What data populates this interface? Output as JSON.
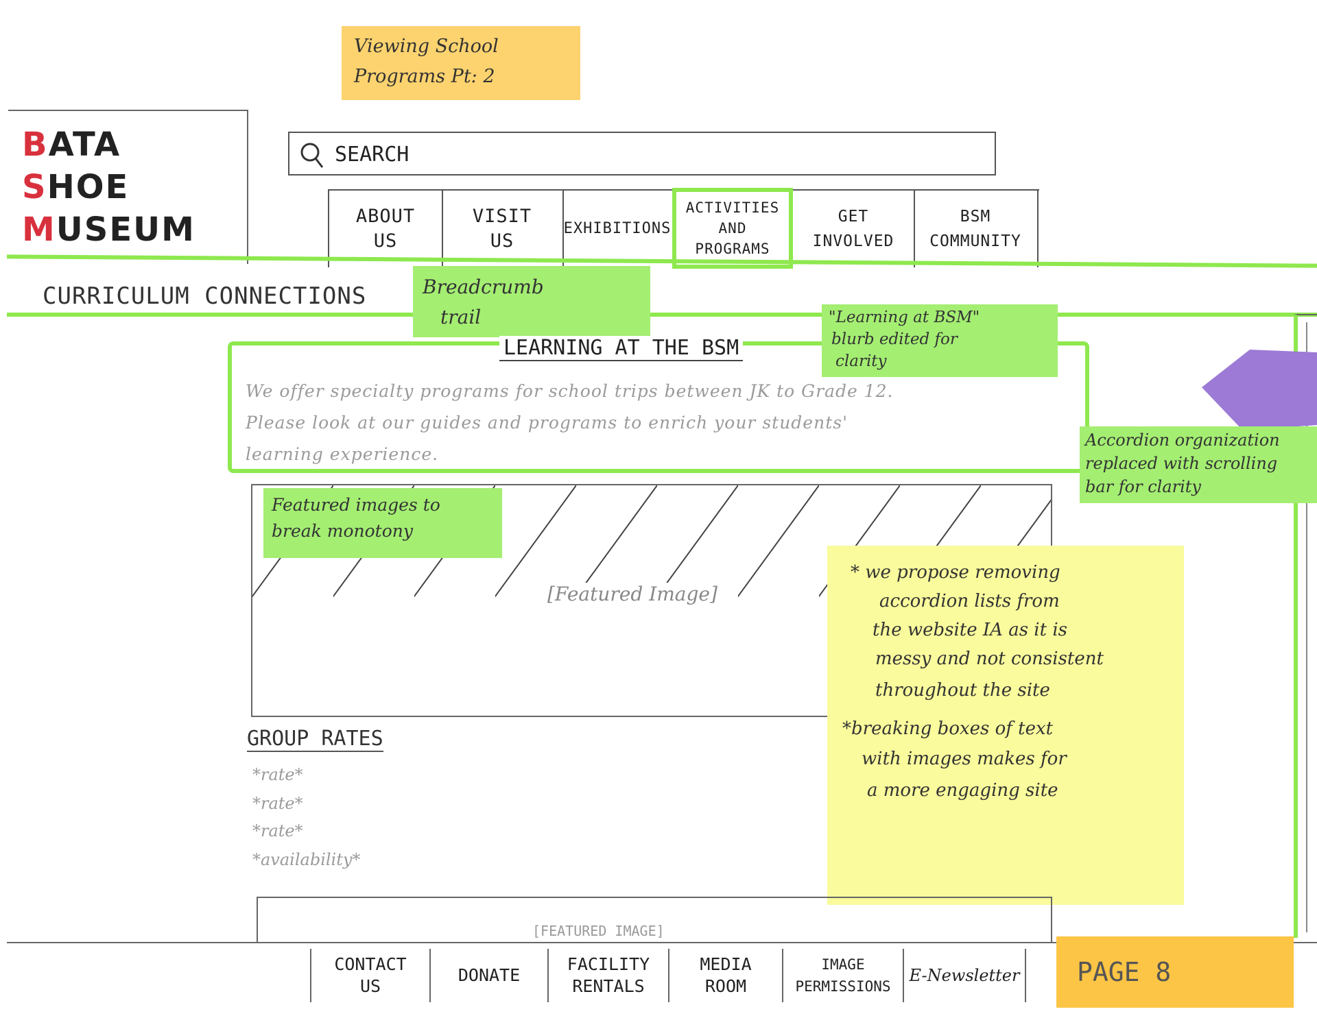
{
  "sticky_title": {
    "line1": "Viewing School",
    "line2": "Programs Pt: 2"
  },
  "logo": {
    "line1": "BATA",
    "line2": "SHOE",
    "line3": "MUSEUM"
  },
  "search": {
    "label": "SEARCH"
  },
  "nav": [
    {
      "line1": "ABOUT",
      "line2": "US"
    },
    {
      "line1": "VISIT",
      "line2": "US"
    },
    {
      "line1": "EXHIBITIONS",
      "line2": ""
    },
    {
      "line1": "ACTIVITIES AND",
      "line2": "PROGRAMS"
    },
    {
      "line1": "GET",
      "line2": "INVOLVED"
    },
    {
      "line1": "BSM",
      "line2": "COMMUNITY"
    }
  ],
  "section_title": "CURRICULUM CONNECTIONS",
  "notes": {
    "breadcrumb": {
      "line1": "Breadcrumb",
      "line2": "trail"
    },
    "blurb": {
      "line1": "\"Learning at BSM\"",
      "line2": "blurb edited for",
      "line3": "clarity"
    },
    "accordion": {
      "line1": "Accordion organization",
      "line2": "replaced with scrolling",
      "line3": "bar for clarity"
    },
    "featured": {
      "line1": "Featured images to",
      "line2": "break monotony"
    },
    "proposal": [
      "* we propose removing",
      "accordion lists from",
      "the website IA as it is",
      "messy and not consistent",
      "throughout the site",
      "*breaking boxes of text",
      "with images makes for",
      "a more engaging site"
    ]
  },
  "learning": {
    "heading": "LEARNING AT THE BSM",
    "line1": "We offer specialty programs for school trips between JK to Grade 12.",
    "line2": "Please look at our guides and programs to enrich your students'",
    "line3": "learning experience."
  },
  "featured_image_label": "[Featured Image]",
  "group_rates": {
    "title": "GROUP RATES",
    "items": [
      "*rate*",
      "*rate*",
      "*rate*",
      "*availability*"
    ]
  },
  "featured_image_label_2": "[FEATURED IMAGE]",
  "footer": [
    {
      "line1": "CONTACT",
      "line2": "US"
    },
    {
      "line1": "DONATE",
      "line2": ""
    },
    {
      "line1": "FACILITY",
      "line2": "RENTALS"
    },
    {
      "line1": "MEDIA",
      "line2": "ROOM"
    },
    {
      "line1": "IMAGE",
      "line2": "PERMISSIONS"
    },
    {
      "line1": "E-Newsletter",
      "line2": ""
    }
  ],
  "page_label": "PAGE 8",
  "colors": {
    "highlighter_green": "#8ee84e",
    "sticky_green": "#a4ee72",
    "sticky_orange": "#fcd36f",
    "sticky_yellow": "#f9fb9c",
    "logo_red": "#d8313d",
    "purple_tab": "#9c7ad6"
  }
}
